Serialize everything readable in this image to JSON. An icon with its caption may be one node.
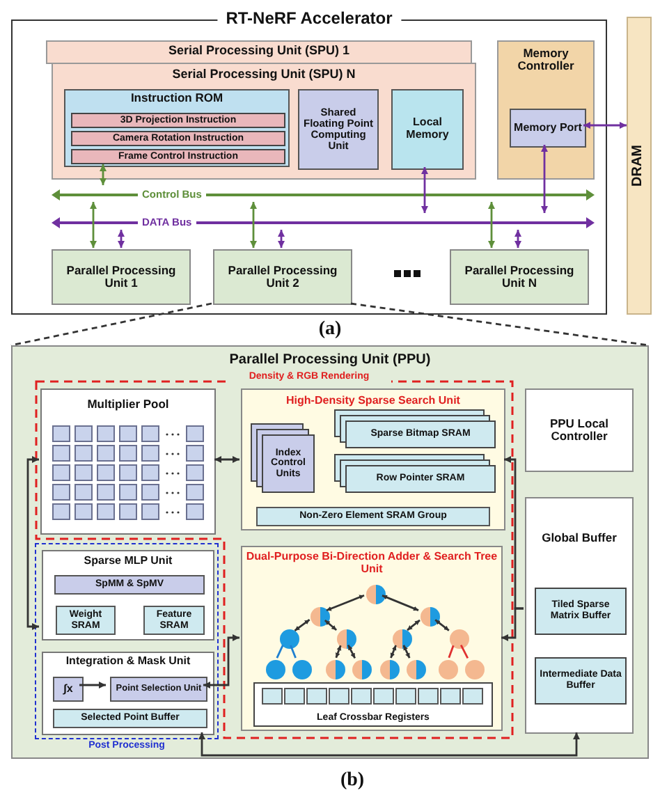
{
  "diagram": {
    "nodes": [
      {
        "text": [
          "RT-NeRF Accelerator"
        ]
      },
      {
        "text": [
          "Serial Processing Unit (SPU) 1"
        ],
        "in": 0
      },
      {
        "text": [
          "Serial Processing Unit (SPU) N"
        ],
        "in": 0
      },
      {
        "text": [
          "Instruction ROM"
        ],
        "in": 2
      },
      {
        "text": [
          "3D Projection Instruction"
        ],
        "in": 3
      },
      {
        "text": [
          "Camera Rotation Instruction"
        ],
        "in": 3
      },
      {
        "text": [
          "Frame Control Instruction"
        ],
        "in": 3
      },
      {
        "text": [
          "Shared Floating Point Computing Unit"
        ],
        "in": 2
      },
      {
        "text": [
          "Local Memory"
        ],
        "in": 2
      },
      {
        "text": [
          "Memory Controller"
        ],
        "in": 0
      },
      {
        "text": [
          "Memory Port"
        ],
        "in": 9
      },
      {
        "text": [
          "Control Bus"
        ],
        "in": 0
      },
      {
        "text": [
          "DATA Bus"
        ],
        "in": 0
      },
      {
        "text": [
          "Parallel Processing Unit 1"
        ],
        "in": 0
      },
      {
        "text": [
          "Parallel Processing Unit 2"
        ],
        "in": 0
      },
      {
        "text": [
          "Parallel Processing Unit N"
        ],
        "in": 0
      },
      {
        "text": [
          "DRAM"
        ]
      },
      {
        "text": [
          "Parallel Processing Unit (PPU)"
        ]
      },
      {
        "text": [
          "Density & RGB Rendering"
        ],
        "in": 17
      },
      {
        "text": [
          "Multiplier Pool"
        ],
        "in": 18
      },
      {
        "text": [
          "High-Density Sparse Search Unit"
        ],
        "in": 18
      },
      {
        "text": [
          "Index Control Units"
        ],
        "in": 20
      },
      {
        "text": [
          "Sparse Bitmap SRAM"
        ],
        "in": 20
      },
      {
        "text": [
          "Row Pointer SRAM"
        ],
        "in": 20
      },
      {
        "text": [
          "Non-Zero Element SRAM Group"
        ],
        "in": 20
      },
      {
        "text": [
          "Dual-Purpose Bi-Direction Adder & Search Tree Unit"
        ],
        "in": 18
      },
      {
        "text": [
          "Leaf Crossbar Registers"
        ],
        "in": 25
      },
      {
        "text": [
          "Post Processing"
        ],
        "in": 17
      },
      {
        "text": [
          "Sparse MLP Unit"
        ],
        "in": 27
      },
      {
        "text": [
          "SpMM & SpMV"
        ],
        "in": 28
      },
      {
        "text": [
          "Weight SRAM"
        ],
        "in": 28
      },
      {
        "text": [
          "Feature SRAM"
        ],
        "in": 28
      },
      {
        "text": [
          "Integration & Mask Unit"
        ],
        "in": 27
      },
      {
        "text": [
          "∫x"
        ],
        "in": 32
      },
      {
        "text": [
          "Point Selection Unit"
        ],
        "in": 32
      },
      {
        "text": [
          "Selected Point Buffer"
        ],
        "in": 32
      },
      {
        "text": [
          "PPU Local Controller"
        ],
        "in": 17
      },
      {
        "text": [
          "Global Buffer"
        ],
        "in": 17
      },
      {
        "text": [
          "Tiled Sparse Matrix Buffer"
        ],
        "in": 37
      },
      {
        "text": [
          "Intermediate Data Buffer"
        ],
        "in": 37
      },
      {
        "text": [],
        "shape": "circle",
        "in": 25
      },
      {
        "text": [],
        "shape": "circle",
        "in": 25
      },
      {
        "text": [],
        "shape": "circle",
        "in": 25
      },
      {
        "text": [],
        "shape": "circle",
        "in": 25
      },
      {
        "text": [],
        "shape": "circle",
        "in": 25
      },
      {
        "text": [],
        "shape": "circle",
        "in": 25
      },
      {
        "text": [],
        "shape": "circle",
        "in": 25
      },
      {
        "text": [],
        "shape": "circle",
        "in": 25
      },
      {
        "text": [],
        "shape": "circle",
        "in": 25
      },
      {
        "text": [],
        "shape": "circle",
        "in": 25
      },
      {
        "text": [],
        "shape": "circle",
        "in": 25
      },
      {
        "text": [],
        "shape": "circle",
        "in": 25
      },
      {
        "text": [],
        "shape": "circle",
        "in": 25
      },
      {
        "text": [],
        "shape": "circle",
        "in": 25
      },
      {
        "text": [],
        "shape": "circle",
        "in": 25
      }
    ],
    "edges": [
      {
        "from": 3,
        "to": 11,
        "arrow": "both",
        "color": "#5e8f3a"
      },
      {
        "from": 8,
        "to": 12,
        "arrow": "both",
        "color": "#7030a0"
      },
      {
        "from": 10,
        "to": 12,
        "arrow": "both",
        "color": "#7030a0"
      },
      {
        "from": 10,
        "to": 16,
        "arrow": "both",
        "color": "#7030a0"
      },
      {
        "from": 11,
        "to": 13,
        "arrow": "both",
        "color": "#5e8f3a"
      },
      {
        "from": 12,
        "to": 13,
        "arrow": "both",
        "color": "#7030a0"
      },
      {
        "from": 11,
        "to": 14,
        "arrow": "both",
        "color": "#5e8f3a"
      },
      {
        "from": 12,
        "to": 14,
        "arrow": "both",
        "color": "#7030a0"
      },
      {
        "from": 11,
        "to": 15,
        "arrow": "both",
        "color": "#5e8f3a"
      },
      {
        "from": 12,
        "to": 15,
        "arrow": "both",
        "color": "#7030a0"
      },
      {
        "from": 14,
        "to": 17,
        "arrow": "none",
        "style": "dashed"
      },
      {
        "from": 19,
        "to": 20,
        "arrow": "both"
      },
      {
        "from": 19,
        "to": 28,
        "arrow": "both"
      },
      {
        "from": 33,
        "to": 34,
        "arrow": "to"
      },
      {
        "from": 34,
        "to": 25,
        "arrow": "both"
      },
      {
        "from": 37,
        "to": 20,
        "arrow": "to"
      },
      {
        "from": 37,
        "to": 25,
        "arrow": "to"
      },
      {
        "from": 37,
        "to": 32,
        "arrow": "both"
      },
      {
        "from": 40,
        "to": 41,
        "arrow": "both"
      },
      {
        "from": 40,
        "to": 42,
        "arrow": "both"
      },
      {
        "from": 41,
        "to": 43,
        "arrow": "both"
      },
      {
        "from": 41,
        "to": 44,
        "arrow": "both"
      },
      {
        "from": 42,
        "to": 45,
        "arrow": "both"
      },
      {
        "from": 42,
        "to": 46,
        "arrow": "both"
      },
      {
        "from": 43,
        "to": 47,
        "arrow": "none",
        "color": "#1e7fd0"
      },
      {
        "from": 43,
        "to": 48,
        "arrow": "none",
        "color": "#1e7fd0"
      },
      {
        "from": 44,
        "to": 49,
        "arrow": "both"
      },
      {
        "from": 44,
        "to": 50,
        "arrow": "both"
      },
      {
        "from": 45,
        "to": 51,
        "arrow": "both"
      },
      {
        "from": 45,
        "to": 52,
        "arrow": "both"
      },
      {
        "from": 46,
        "to": 53,
        "arrow": "none",
        "color": "#e03030"
      },
      {
        "from": 46,
        "to": 54,
        "arrow": "none",
        "color": "#e03030"
      },
      {
        "from": 14,
        "to": 17,
        "arrow": "none",
        "style": "dashed"
      }
    ],
    "labels": [
      "(a)",
      "(b)"
    ]
  }
}
